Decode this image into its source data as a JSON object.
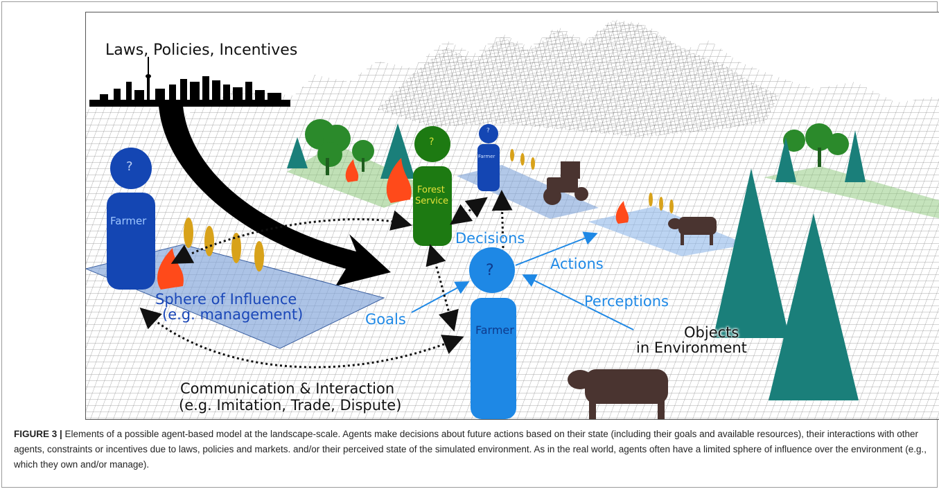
{
  "figure": {
    "labels": {
      "laws": "Laws, Policies, Incentives",
      "decisions": "Decisions",
      "actions": "Actions",
      "perceptions": "Perceptions",
      "goals": "Goals",
      "objects_line1": "Objects",
      "objects_line2": "in Environment",
      "sphere_line1": "Sphere of Influence",
      "sphere_line2": "(e.g. management)",
      "comm_line1": "Communication & Interaction",
      "comm_line2": "(e.g. Imitation, Trade, Dispute)"
    },
    "agents": {
      "farmer_left_name": "Farmer",
      "farmer_left_mark": "?",
      "forest_service_line1": "Forest",
      "forest_service_line2": "Service",
      "forest_service_mark": "?",
      "farmer_back_name": "Farmer",
      "farmer_back_mark": "?",
      "farmer_main_name": "Farmer",
      "farmer_main_mark": "?"
    },
    "colors": {
      "farmer_dark": "#1446b3",
      "farmer_light": "#1e88e5",
      "forest_service": "#1d7a12",
      "fire": "#ff4a1a",
      "wheat": "#d8a21a",
      "cow": "#4a3430",
      "conifer": "#1a7f7a",
      "deciduous": "#2b8a2b"
    }
  },
  "caption": {
    "label": "FIGURE 3 |",
    "text": " Elements of a possible agent-based model at the landscape-scale. Agents make decisions about future actions based on their state (including their goals and available resources), their interactions with other agents, constraints or incentives due to laws, policies and markets. and/or their perceived state of the simulated environment. As in the real world, agents often have a limited sphere of influence over the environment (e.g., which they own and/or manage)."
  }
}
